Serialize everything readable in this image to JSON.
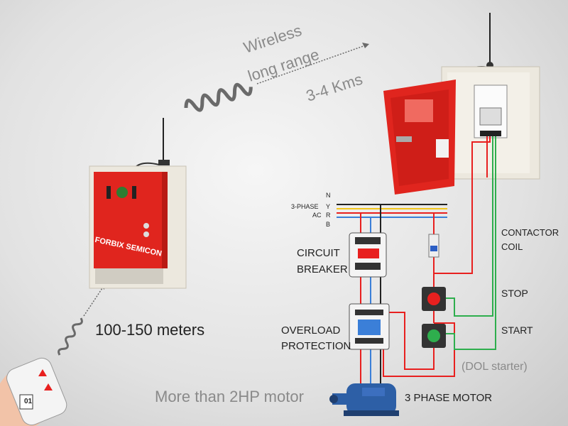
{
  "wireless": {
    "line1": "Wireless",
    "line2": "long range",
    "range": "3-4 Kms"
  },
  "short_range": "100-150 meters",
  "motor_caption": "More than 2HP motor",
  "brand": "FORBIX SEMICON",
  "remote_display": "01",
  "supply": {
    "phase_label": "3-PHASE",
    "ac_label": "AC",
    "n": "N",
    "y": "Y",
    "r": "R",
    "b": "B"
  },
  "labels": {
    "circuit": "CIRCUIT",
    "breaker": "BREAKER",
    "overload": "OVERLOAD",
    "protection": "PROTECTION",
    "contactor": "CONTACTOR",
    "coil": "COIL",
    "stop": "STOP",
    "start": "START",
    "dol": "(DOL starter)",
    "motor": "3 PHASE MOTOR"
  },
  "colors": {
    "red": "#e8201f",
    "green": "#2eae4d",
    "yellow": "#f3c61b",
    "blue": "#3b7fd8",
    "black": "#222222"
  }
}
